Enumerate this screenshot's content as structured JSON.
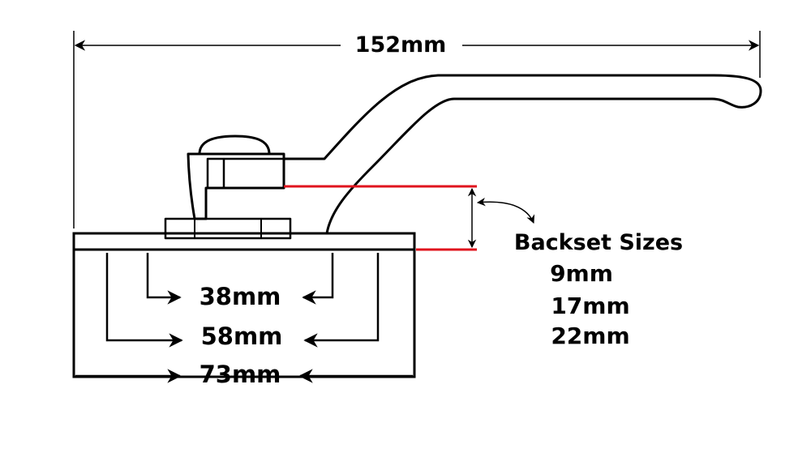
{
  "overall_length": {
    "label": "152mm"
  },
  "base_dimensions": [
    {
      "label": "38mm"
    },
    {
      "label": "58mm"
    },
    {
      "label": "73mm"
    }
  ],
  "backset": {
    "title": "Backset Sizes",
    "sizes": [
      "9mm",
      "17mm",
      "22mm"
    ]
  },
  "colors": {
    "line": "#000000",
    "backset_marker": "#e0141e",
    "background": "#ffffff"
  }
}
